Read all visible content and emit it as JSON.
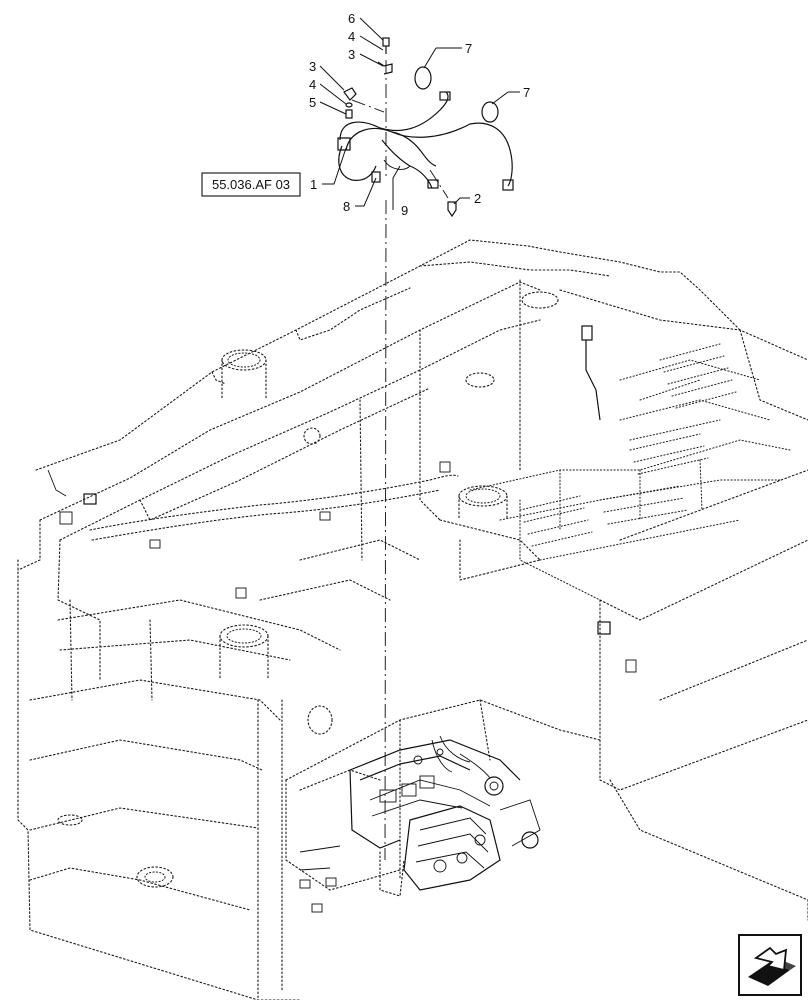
{
  "reference": "55.036.AF 03",
  "callouts": {
    "c1": "1",
    "c2": "2",
    "c3a": "3",
    "c3b": "3",
    "c4a": "4",
    "c4b": "4",
    "c5": "5",
    "c6": "6",
    "c7a": "7",
    "c7b": "7",
    "c8": "8",
    "c9": "9"
  },
  "nav_icon": "next-page-arrow-icon"
}
